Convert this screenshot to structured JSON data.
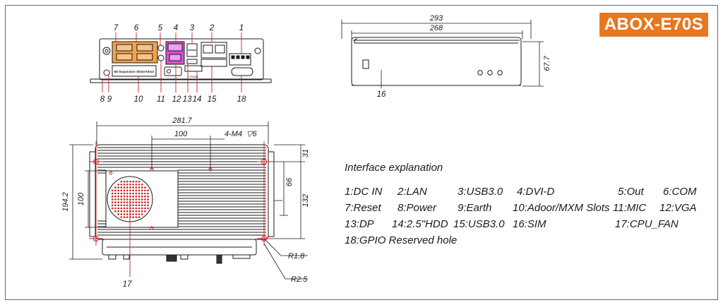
{
  "product_name": "ABOX-E70S",
  "dimensions": {
    "side_width_overall": "293",
    "side_width_inner": "268",
    "side_height": "67.7",
    "top_width": "281.7",
    "fan_offset": "100",
    "mount_holes": "4-M4",
    "depth_symbol": "▽6",
    "top_height": "194.2",
    "fan_height": "100",
    "hole_spacing": "132",
    "offset_66": "66",
    "offset_31": "31",
    "radius_small": "R1.8",
    "radius_large": "R2.5"
  },
  "front_callouts": [
    "1",
    "2",
    "3",
    "4",
    "5",
    "6",
    "7"
  ],
  "front_panel_label": "M2 Expansion Slots/Adoor",
  "front_panel_small_label": "LPDDR",
  "bottom_callouts": [
    "8",
    "9",
    "10",
    "11",
    "12",
    "13",
    "14",
    "15",
    "18"
  ],
  "side_callout": "16",
  "top_callout": "17",
  "legend": {
    "title": "Interface explanation",
    "items": [
      {
        "num": "1",
        "label": "1:DC IN"
      },
      {
        "num": "2",
        "label": "2:LAN"
      },
      {
        "num": "3",
        "label": "3:USB3.0"
      },
      {
        "num": "4",
        "label": "4:DVI-D"
      },
      {
        "num": "5",
        "label": "5:Out"
      },
      {
        "num": "6",
        "label": "6:COM"
      },
      {
        "num": "7",
        "label": "7:Reset"
      },
      {
        "num": "8",
        "label": "8:Power"
      },
      {
        "num": "9",
        "label": "9:Earth"
      },
      {
        "num": "10",
        "label": "10:Adoor/MXM Slots"
      },
      {
        "num": "11",
        "label": "11:MIC"
      },
      {
        "num": "12",
        "label": "12:VGA"
      },
      {
        "num": "13",
        "label": "13:DP"
      },
      {
        "num": "14",
        "label": "14:2.5\"HDD"
      },
      {
        "num": "15",
        "label": "15:USB3.0"
      },
      {
        "num": "16",
        "label": "16:SIM"
      },
      {
        "num": "17",
        "label": "17:CPU_FAN"
      },
      {
        "num": "18",
        "label": "18:GPIO  Reserved hole"
      }
    ]
  },
  "colors": {
    "accent": "#e8771f",
    "com_ports": "#f3a24a",
    "dvi_port": "#d64fd6",
    "callout_line": "#cc1f1f",
    "line": "#1a1a1a"
  }
}
